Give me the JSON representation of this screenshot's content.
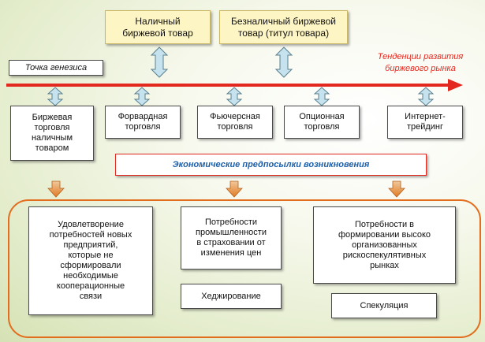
{
  "top_boxes": {
    "cash": "Наличный\nбиржевой товар",
    "noncash": "Безналичный биржевой\nтовар (титул товара)"
  },
  "genesis_point": "Точка генезиса",
  "trends": "Тенденции развития\nбиржевого рынка",
  "trading_forms": [
    "Биржевая\nторговля\nналичным\nтоваром",
    "Форвардная\nторговля",
    "Фьючерсная\nторговля",
    "Опционная\nторговля",
    "Интернет-\nтрейдинг"
  ],
  "prerequisites_title": "Экономические предпосылки возникновения",
  "needs": {
    "enterprises": "Удовлетворение\nпотребностей новых\nпредприятий,\nкоторые не\nсформировали\nнеобходимые\nкооперационные\nсвязи",
    "industry": "Потребности\nпромышленности\nв страховании от\nизменения цен",
    "hedging": "Хеджирование",
    "markets": "Потребности в\nформировании высоко\nорганизованных\nрискоспекулятивных\nрынках",
    "speculation": "Спекуляция"
  },
  "colors": {
    "timeline_arrow": "#e3281f",
    "frame": "#e26d1c",
    "top_box_fill": "#fdf5c4",
    "connector_fill": "#c6e2ee",
    "prerequisites_text": "#1d5fa8"
  }
}
